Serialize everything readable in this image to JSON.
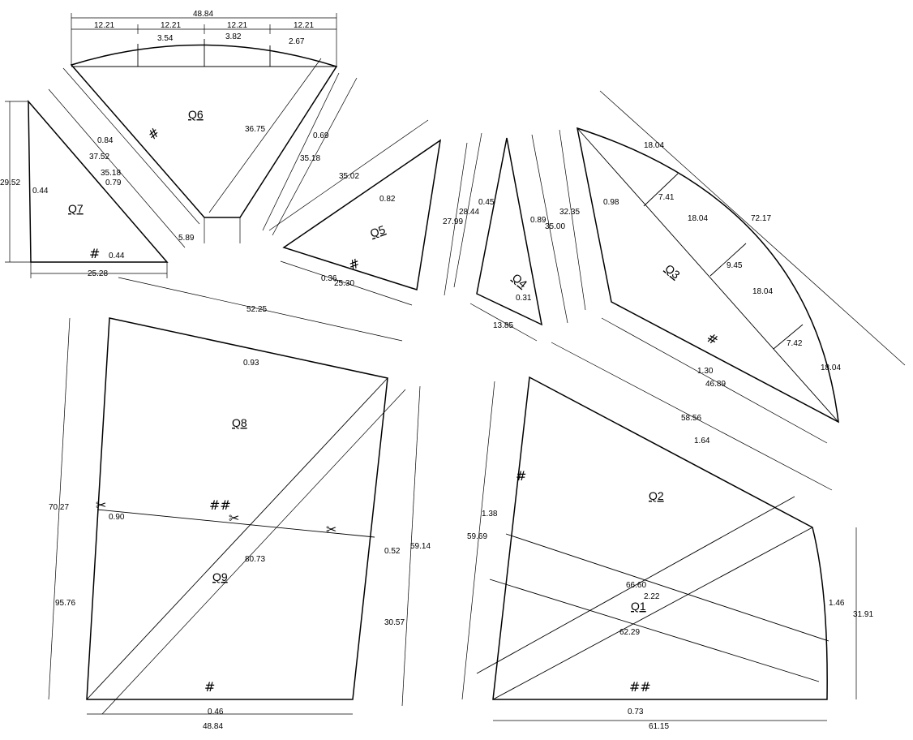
{
  "pieces": {
    "q1": "Q1",
    "q2": "Q2",
    "q3": "Q3",
    "q4": "Q4",
    "q5": "Q5",
    "q6": "Q6",
    "q7": "Q7",
    "q8": "Q8",
    "q9": "Q9"
  },
  "dims": {
    "q6_total": "48.84",
    "q6_seg1": "12.21",
    "q6_seg2": "12.21",
    "q6_seg3": "12.21",
    "q6_seg4": "12.21",
    "q6_rise1": "3.54",
    "q6_rise2": "3.82",
    "q6_rise3": "2.67",
    "q6_diag_left": "37.52",
    "q6_diag_right": "36.75",
    "q6_off_left": "0.84",
    "q6_off_right": "0.69",
    "q6_right_dim": "35.18",
    "q6_bottom": "5.89",
    "q7_height": "29.52",
    "q7_off": "0.44",
    "q7_diag": "35.18",
    "q7_off2": "0.79",
    "q7_off3": "0.44",
    "q7_base": "25.28",
    "q5_top": "35.02",
    "q5_off": "0.82",
    "q5_right": "27.99",
    "q5_base": "25.30",
    "q5_off2": "0.36",
    "q4_left": "28.44",
    "q4_off1": "0.45",
    "q4_off2": "0.89",
    "q4_right": "35.00",
    "q4_off3": "0.31",
    "q4_base": "13.85",
    "q3_left": "32.35",
    "q3_off": "0.98",
    "q3_seg1": "18.04",
    "q3_seg2": "18.04",
    "q3_seg3": "18.04",
    "q3_seg4": "18.04",
    "q3_rise1": "7.41",
    "q3_rise2": "9.45",
    "q3_rise3": "7.42",
    "q3_total": "72.17",
    "q3_bottom": "46.89",
    "q3_off2": "1.30",
    "q8_top": "52.25",
    "q8_off": "0.93",
    "q8_left": "70.27",
    "q8_off_left": "0.90",
    "q8_right": "59.14",
    "q8_off_right": "0.52",
    "q9_diag": "80.73",
    "q9_left": "95.76",
    "q9_right": "30.57",
    "q9_base": "48.84",
    "q9_off": "0.46",
    "q2_top": "58.56",
    "q2_off": "1.64",
    "q2_left": "59.69",
    "q2_off_left": "1.38",
    "q1_diag": "66.60",
    "q1_off": "2.22",
    "q1_bottom": "62.29",
    "q1_right": "31.91",
    "q1_off_right": "1.46",
    "q1_base": "61.15",
    "q1_off_base": "0.73"
  },
  "symbols": {
    "grain": "#",
    "grain_double": "##",
    "scissors": "✂"
  }
}
